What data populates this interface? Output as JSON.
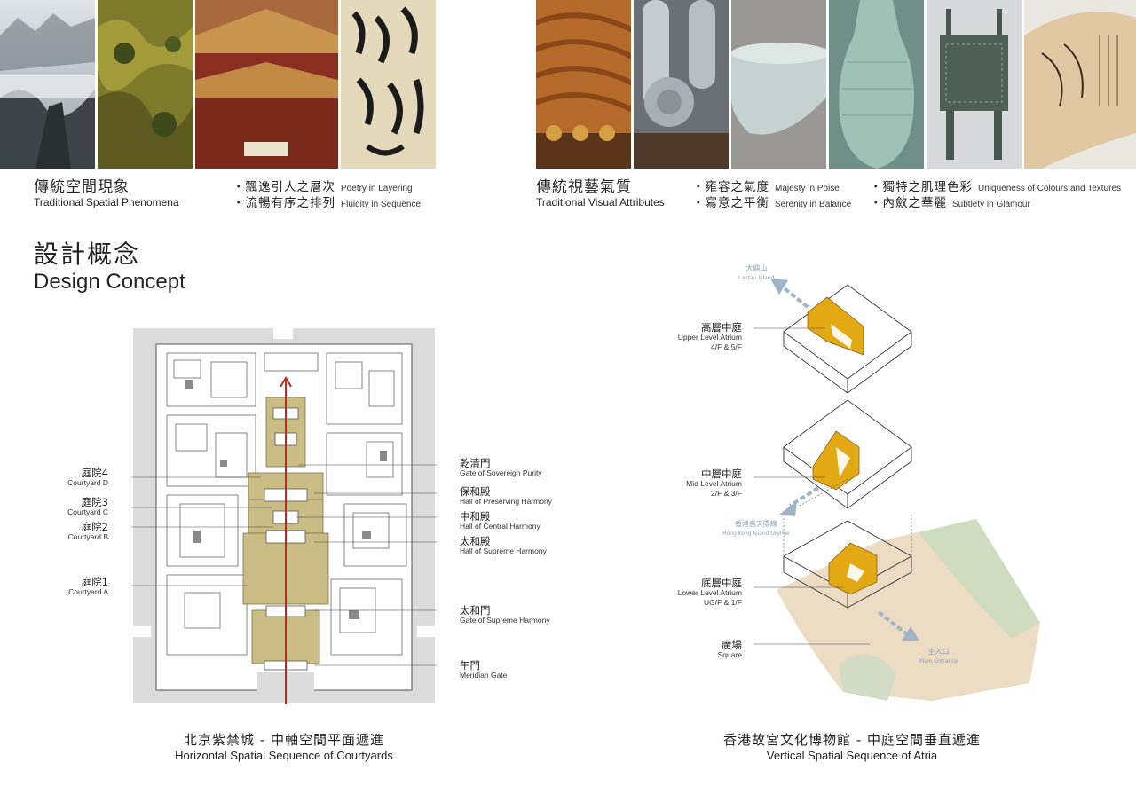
{
  "left_header": {
    "title_cn": "傳統空間現象",
    "title_en": "Traditional Spatial Phenomena",
    "bullets": [
      {
        "cn": "・飄逸引人之層次",
        "en": "Poetry in Layering"
      },
      {
        "cn": "・流暢有序之排列",
        "en": "Fluidity in Sequence"
      }
    ]
  },
  "right_header": {
    "title_cn": "傳統視藝氣質",
    "title_en": "Traditional Visual Attributes",
    "bullets_a": [
      {
        "cn": "・雍容之氣度",
        "en": "Majesty in Poise"
      },
      {
        "cn": "・寫意之平衡",
        "en": "Serenity in Balance"
      }
    ],
    "bullets_b": [
      {
        "cn": "・獨特之肌理色彩",
        "en": "Uniqueness of Colours and Textures"
      },
      {
        "cn": "・內斂之華麗",
        "en": "Subtlety in Glamour"
      }
    ]
  },
  "section": {
    "title_cn": "設計概念",
    "title_en": "Design Concept"
  },
  "plan": {
    "left_labels": [
      {
        "cn": "庭院4",
        "en": "Courtyard D"
      },
      {
        "cn": "庭院3",
        "en": "Courtyard C"
      },
      {
        "cn": "庭院2",
        "en": "Courtyard B"
      },
      {
        "cn": "庭院1",
        "en": "Courtyard A"
      }
    ],
    "right_labels": [
      {
        "cn": "乾清門",
        "en": "Gate of Sovereign Purity"
      },
      {
        "cn": "保和殿",
        "en": "Hall of Preserving Harmony"
      },
      {
        "cn": "中和殿",
        "en": "Hall of Central Harmony"
      },
      {
        "cn": "太和殿",
        "en": "Hall of Supreme Harmony"
      },
      {
        "cn": "太和門",
        "en": "Gate of Supreme Harmony"
      },
      {
        "cn": "午門",
        "en": "Meridian Gate"
      }
    ],
    "caption_cn": "北京紫禁城 - 中軸空間平面遞進",
    "caption_en": "Horizontal Spatial Sequence of Courtyards"
  },
  "atria": {
    "labels": [
      {
        "cn": "高層中庭",
        "en1": "Upper Level Atrium",
        "en2": "4/F & 5/F"
      },
      {
        "cn": "中層中庭",
        "en1": "Mid Level Atrium",
        "en2": "2/F & 3/F"
      },
      {
        "cn": "底層中庭",
        "en1": "Lower Level Atrium",
        "en2": "UG/F & 1/F"
      },
      {
        "cn": "廣場",
        "en1": "Square",
        "en2": ""
      }
    ],
    "views": [
      {
        "cn": "大嶼山",
        "en": "Lantau Island"
      },
      {
        "cn": "香港島天際線",
        "en": "Hong Kong Island Skyline"
      },
      {
        "cn": "主入口",
        "en": "Main Entrance"
      }
    ],
    "caption_cn": "香港故宮文化博物館 - 中庭空間垂直遞進",
    "caption_en": "Vertical Spatial Sequence of Atria"
  },
  "colors": {
    "atrium_gold": "#e3a914",
    "courtyard_olive": "#c9bd85",
    "axis_red": "#c0291e",
    "arrow_blue": "#9fb4c6"
  }
}
